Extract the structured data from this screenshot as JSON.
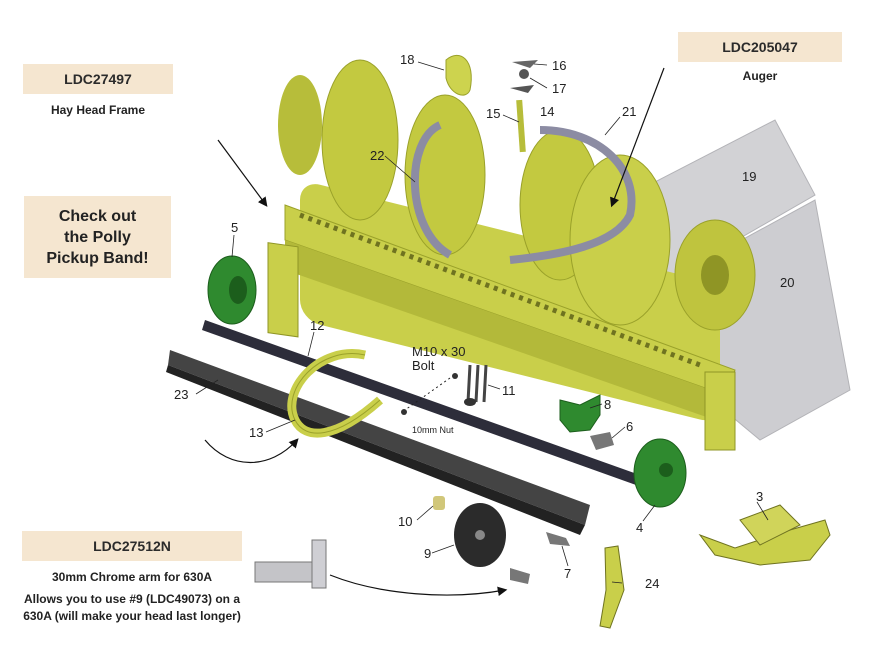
{
  "labels": {
    "frame": {
      "code": "LDC27497",
      "name": "Hay Head Frame"
    },
    "auger": {
      "code": "LDC205047",
      "name": "Auger"
    },
    "arm": {
      "code": "LDC27512N",
      "line1": "30mm Chrome arm for 630A",
      "line2": "Allows you to use #9 (LDC49073) on a",
      "line3": "630A (will make your head last longer)"
    }
  },
  "callout": {
    "line1": "Check out",
    "line2": "the Polly",
    "line3": "Pickup Band!"
  },
  "parts": {
    "p3": "3",
    "p4": "4",
    "p5": "5",
    "p6": "6",
    "p7": "7",
    "p8": "8",
    "p9": "9",
    "p10": "10",
    "p11": "11",
    "p12": "12",
    "p13": "13",
    "p14": "14",
    "p15": "15",
    "p16": "16",
    "p17": "17",
    "p18": "18",
    "p19": "19",
    "p20": "20",
    "p21": "21",
    "p22": "22",
    "p23": "23",
    "p24": "24"
  },
  "bolt": {
    "line1": "M10 x 30",
    "line2": "Bolt",
    "nut": "10mm Nut"
  },
  "colors": {
    "yellow": "#c9cf4a",
    "yellowDark": "#9aa12a",
    "olive": "#6f7320",
    "green": "#2f8a2f",
    "greenDark": "#1c5e1c",
    "steel": "#8c8ca3",
    "dark": "#2d2d2d",
    "panel": "#c4c4c8",
    "labelBg": "#f5e6d0"
  }
}
